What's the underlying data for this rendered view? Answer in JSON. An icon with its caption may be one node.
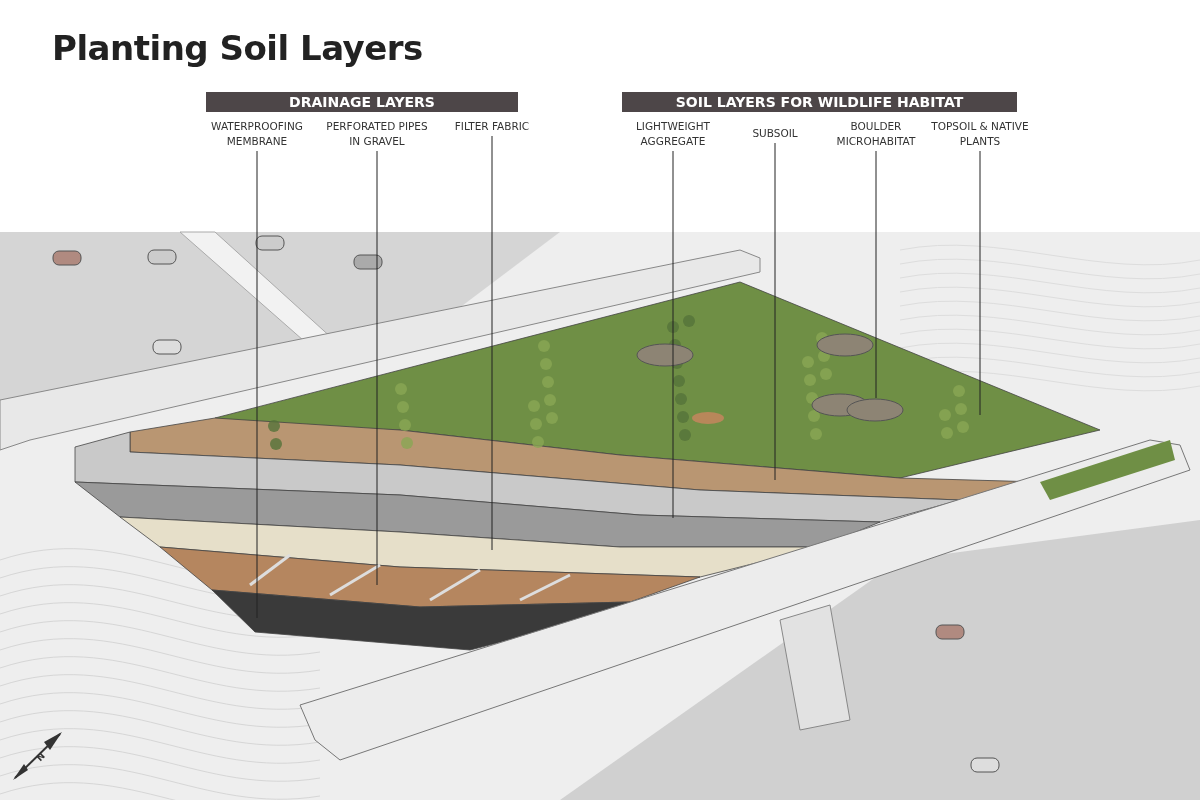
{
  "diagram": {
    "title": "Planting Soil Layers",
    "nodes": [
      {
        "text": [
          "DRAINAGE LAYERS"
        ]
      },
      {
        "text": [
          "SOIL LAYERS FOR WILDLIFE HABITAT"
        ]
      },
      {
        "text": [
          "WATERPROOFING MEMBRANE"
        ]
      },
      {
        "text": [
          "PERFORATED PIPES IN GRAVEL"
        ]
      },
      {
        "text": [
          "FILTER FABRIC"
        ]
      },
      {
        "text": [
          "LIGHTWEIGHT AGGREGATE"
        ]
      },
      {
        "text": [
          "SUBSOIL"
        ]
      },
      {
        "text": [
          "BOULDER MICROHABITAT"
        ]
      },
      {
        "text": [
          "TOPSOIL & NATIVE PLANTS"
        ]
      }
    ],
    "edges": [
      {
        "from": 2,
        "to": null,
        "arrow": "none"
      },
      {
        "from": 3,
        "to": null,
        "arrow": "none"
      },
      {
        "from": 4,
        "to": null,
        "arrow": "none"
      },
      {
        "from": 5,
        "to": null,
        "arrow": "none"
      },
      {
        "from": 6,
        "to": null,
        "arrow": "none"
      },
      {
        "from": 7,
        "to": null,
        "arrow": "none"
      },
      {
        "from": 8,
        "to": null,
        "arrow": "none"
      }
    ],
    "labels": [
      "N"
    ]
  }
}
